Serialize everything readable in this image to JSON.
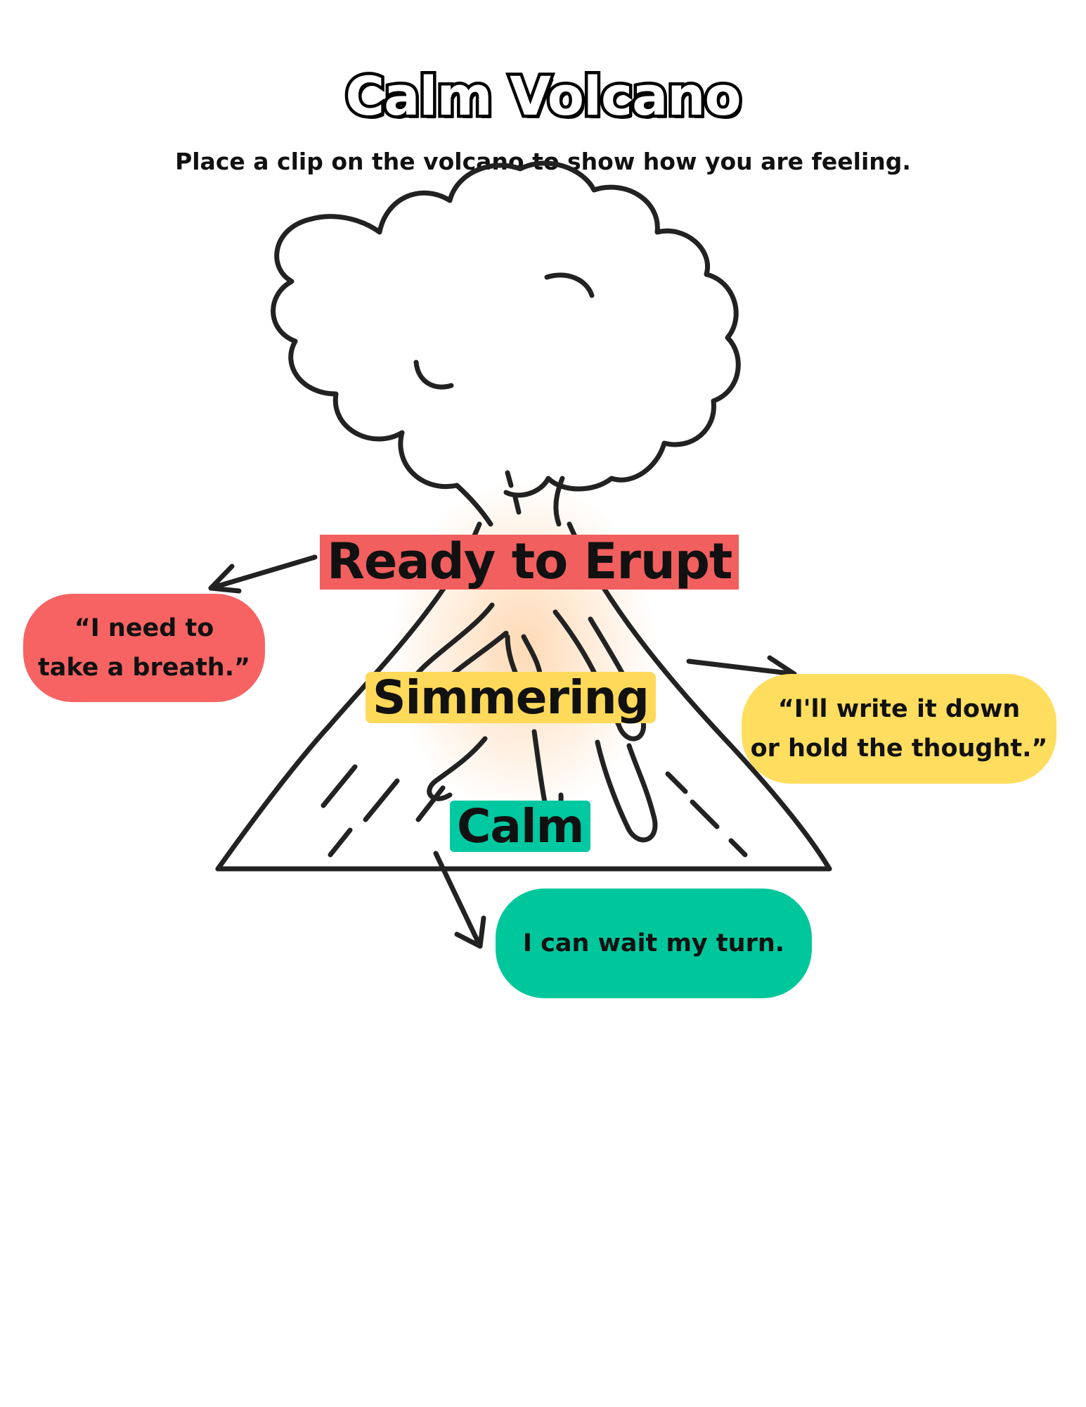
{
  "title": "Calm Volcano",
  "subtitle": "Place a clip on the volcano to show how you are feeling.",
  "levels": [
    {
      "label": "Ready to Erupt",
      "message": "“I need to\ntake a breath.”",
      "color": "#f25f5f"
    },
    {
      "label": "Simmering",
      "message": "“I'll write it down\nor hold the thought.”",
      "color": "#ffd95a"
    },
    {
      "label": "Calm",
      "message": "I can wait my turn.",
      "color": "#00c8a0"
    }
  ],
  "colors": {
    "line": "#222222",
    "glow": "#ffb877"
  }
}
